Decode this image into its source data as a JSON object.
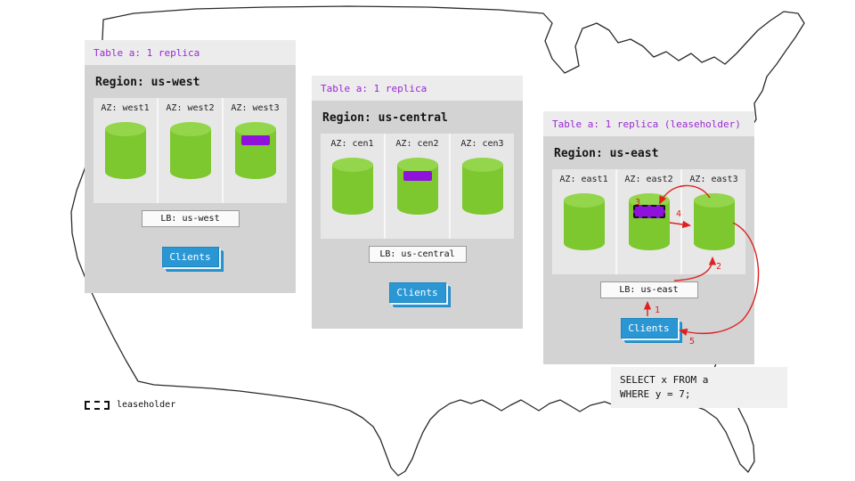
{
  "colors": {
    "header_text": "#9b27d6",
    "cylinder_green": "#7dc72f",
    "replica_purple": "#8e11dc",
    "clients_blue": "#2a97d4",
    "arrow_red": "#e02020"
  },
  "regions": [
    {
      "table_label": "Table a: 1 replica",
      "region_label": "Region: us-west",
      "azs": [
        {
          "label": "AZ: west1",
          "replica": false,
          "leaseholder": false
        },
        {
          "label": "AZ: west2",
          "replica": false,
          "leaseholder": false
        },
        {
          "label": "AZ: west3",
          "replica": true,
          "leaseholder": false
        }
      ],
      "lb_label": "LB: us-west",
      "clients_label": "Clients"
    },
    {
      "table_label": "Table a: 1 replica",
      "region_label": "Region: us-central",
      "azs": [
        {
          "label": "AZ: cen1",
          "replica": false,
          "leaseholder": false
        },
        {
          "label": "AZ: cen2",
          "replica": true,
          "leaseholder": false
        },
        {
          "label": "AZ: cen3",
          "replica": false,
          "leaseholder": false
        }
      ],
      "lb_label": "LB: us-central",
      "clients_label": "Clients"
    },
    {
      "table_label": "Table a: 1 replica (leaseholder)",
      "region_label": "Region: us-east",
      "azs": [
        {
          "label": "AZ: east1",
          "replica": false,
          "leaseholder": false
        },
        {
          "label": "AZ: east2",
          "replica": true,
          "leaseholder": true
        },
        {
          "label": "AZ: east3",
          "replica": false,
          "leaseholder": false
        }
      ],
      "lb_label": "LB: us-east",
      "clients_label": "Clients"
    }
  ],
  "query": {
    "lines": [
      "SELECT x FROM a",
      "WHERE y = 7;"
    ]
  },
  "arrow_labels": [
    "1",
    "2",
    "3",
    "4",
    "5"
  ],
  "legend": {
    "label": "leaseholder"
  }
}
